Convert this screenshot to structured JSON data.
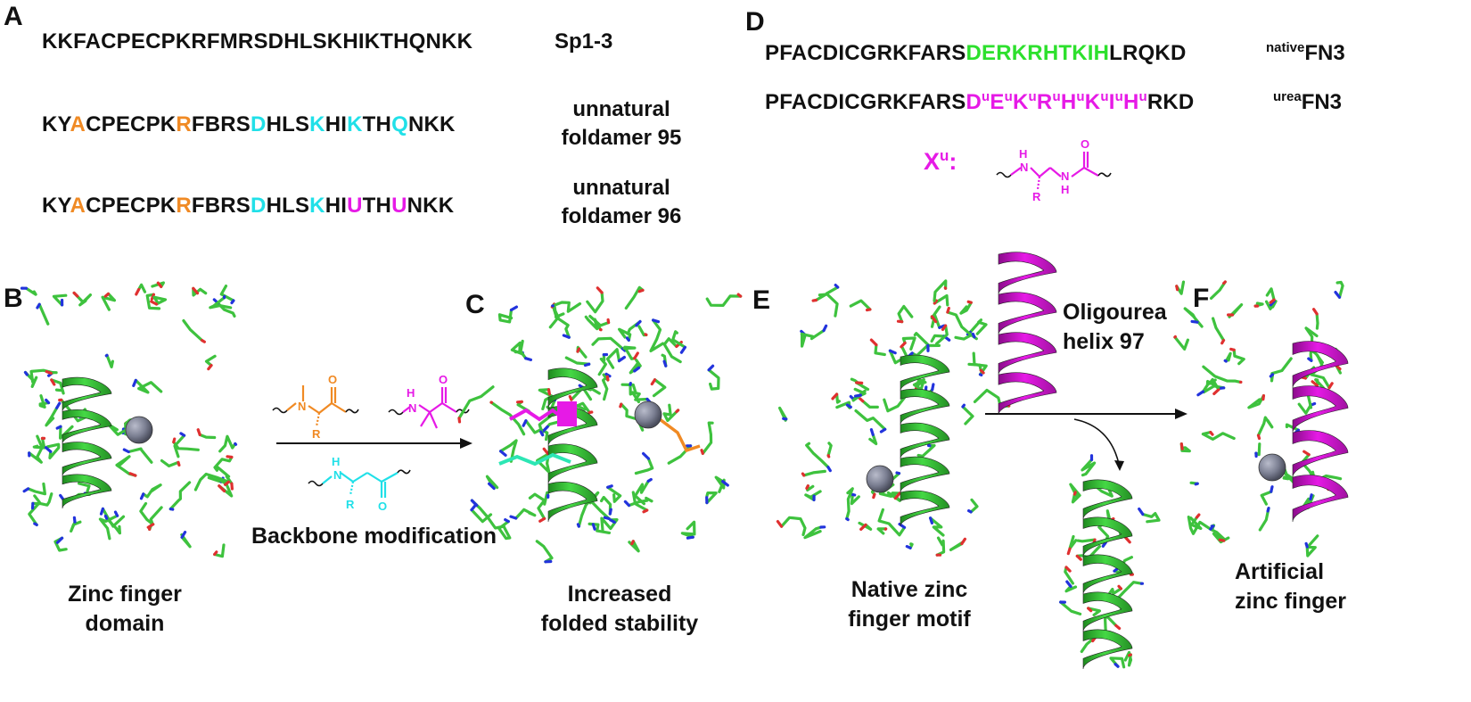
{
  "panels": {
    "A": {
      "label": "A",
      "sp1": {
        "seq": "KKFACPECPKRFMRSDHLSKHIKTHQNKK",
        "name": "Sp1-3"
      },
      "f95": {
        "segments": [
          {
            "t": "KY",
            "c": ""
          },
          {
            "t": "A",
            "c": "orange"
          },
          {
            "t": "CPECPK",
            "c": ""
          },
          {
            "t": "R",
            "c": "orange"
          },
          {
            "t": "FBRS",
            "c": ""
          },
          {
            "t": "D",
            "c": "cyan"
          },
          {
            "t": "HLS",
            "c": ""
          },
          {
            "t": "K",
            "c": "cyan"
          },
          {
            "t": "HI",
            "c": ""
          },
          {
            "t": "K",
            "c": "cyan"
          },
          {
            "t": "TH",
            "c": ""
          },
          {
            "t": "Q",
            "c": "cyan"
          },
          {
            "t": "NKK",
            "c": ""
          }
        ],
        "name_line1": "unnatural",
        "name_line2": "foldamer 95"
      },
      "f96": {
        "segments": [
          {
            "t": "KY",
            "c": ""
          },
          {
            "t": "A",
            "c": "orange"
          },
          {
            "t": "CPECPK",
            "c": ""
          },
          {
            "t": "R",
            "c": "orange"
          },
          {
            "t": "FBRS",
            "c": ""
          },
          {
            "t": "D",
            "c": "cyan"
          },
          {
            "t": "HLS",
            "c": ""
          },
          {
            "t": "K",
            "c": "cyan"
          },
          {
            "t": "HI",
            "c": ""
          },
          {
            "t": "U",
            "c": "magenta"
          },
          {
            "t": "TH",
            "c": ""
          },
          {
            "t": "U",
            "c": "magenta"
          },
          {
            "t": "NKK",
            "c": ""
          }
        ],
        "name_line1": "unnatural",
        "name_line2": "foldamer 96"
      }
    },
    "B": {
      "label": "B",
      "caption_line1": "Zinc finger",
      "caption_line2": "domain"
    },
    "arrow_bc": {
      "caption": "Backbone modification"
    },
    "C": {
      "label": "C",
      "caption_line1": "Increased",
      "caption_line2": "folded stability"
    },
    "D": {
      "label": "D",
      "native": {
        "pre": "PFACDICGRKFARS",
        "green": "DERKRHTKIH",
        "post": "LRQKD",
        "name_sup": "native",
        "name": "FN3"
      },
      "urea": {
        "pre": "PFACDICGRKFARS",
        "urea_letters": [
          "D",
          "E",
          "K",
          "R",
          "H",
          "K",
          "I",
          "H"
        ],
        "urea_sup": "u",
        "post": "RKD",
        "name_sup": "urea",
        "name": "FN3"
      },
      "xu": {
        "base": "X",
        "sup": "u",
        "colon": ":"
      },
      "struct_atoms": {
        "nh1": "H",
        "n1": "N",
        "r": "R",
        "nh2": "N",
        "h2": "H",
        "o": "O"
      }
    },
    "E": {
      "label": "E",
      "caption_line1": "Native zinc",
      "caption_line2": "finger motif"
    },
    "helix97": {
      "caption_line1": "Oligourea",
      "caption_line2": "helix 97"
    },
    "F": {
      "label": "F",
      "caption_line1": "Artificial",
      "caption_line2": "zinc finger"
    }
  },
  "colors": {
    "orange": "#f08a24",
    "cyan": "#21e0e8",
    "magenta": "#e61ae6",
    "green": "#2de02d",
    "protein_green": "#3ec23e",
    "zinc": "#7b7f92"
  }
}
